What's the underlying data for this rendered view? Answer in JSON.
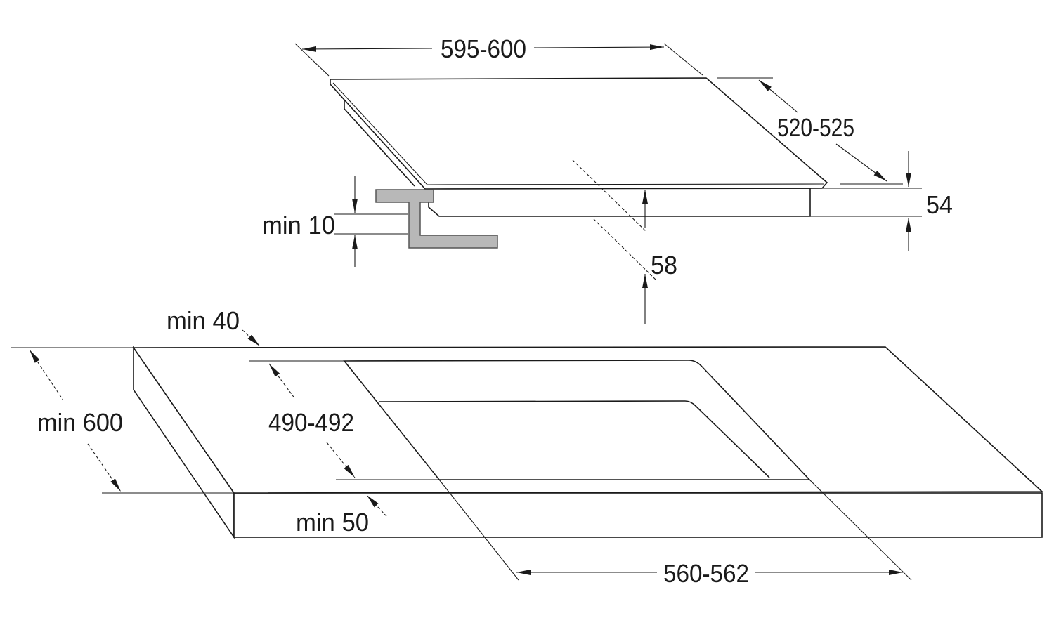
{
  "dimensions": {
    "hob_width": "595-600",
    "hob_depth": "520-525",
    "hob_height": "54",
    "min_clearance_bracket": "min 10",
    "under_depth": "58",
    "min_front_edge": "min 40",
    "min_worktop_depth": "min 600",
    "cutout_depth": "490-492",
    "min_back_edge": "min 50",
    "cutout_width": "560-562"
  },
  "colors": {
    "line": "#1a1a1a",
    "bracket": "#b8b8b8"
  }
}
